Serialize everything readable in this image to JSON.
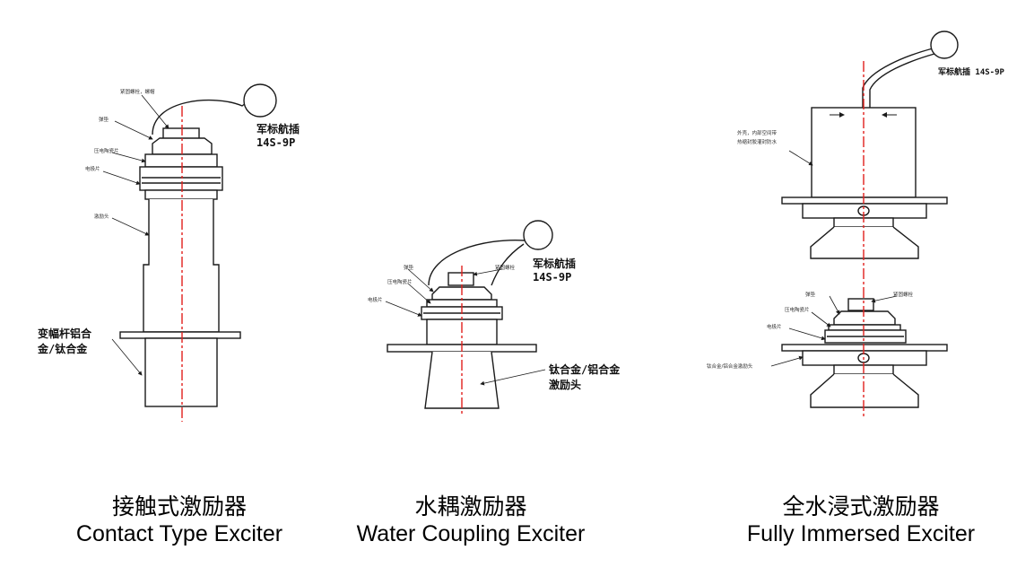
{
  "contact": {
    "labels": {
      "nut": "紧固螺栓，螺帽",
      "spring_washer": "弹垫",
      "piezo_ceramic": "压电陶瓷片",
      "electrode": "电极片",
      "horn_head": "激励头",
      "connector_line1": "军标航插",
      "connector_line2": "14S-9P",
      "horn_line1": "变幅杆铝合",
      "horn_line2": "金/钛合金"
    },
    "caption_cn": "接触式激励器",
    "caption_en": "Contact Type Exciter"
  },
  "water": {
    "labels": {
      "spring_washer": "弹垫",
      "bolt": "紧固螺栓",
      "piezo_ceramic": "压电陶瓷片",
      "electrode": "电极片",
      "connector_line1": "军标航插",
      "connector_line2": "14S-9P",
      "head_line1": "钛合金/铝合金",
      "head_line2": "激励头"
    },
    "caption_cn": "水耦激励器",
    "caption_en": "Water Coupling Exciter"
  },
  "immersed": {
    "labels": {
      "connector": "军标航插 14S-9P",
      "housing_line1": "外壳，内部空间带",
      "housing_line2": "热缩封胶灌封防水",
      "spring_washer": "弹垫",
      "bolt": "紧固螺栓",
      "piezo_ceramic": "压电陶瓷片",
      "electrode": "电极片",
      "head": "钛合金/铝合金激励头"
    },
    "caption_cn": "全水浸式激励器",
    "caption_en": "Fully Immersed Exciter"
  },
  "colors": {
    "line": "#1a1a1a",
    "centerline": "#e0201c",
    "background": "#ffffff"
  }
}
